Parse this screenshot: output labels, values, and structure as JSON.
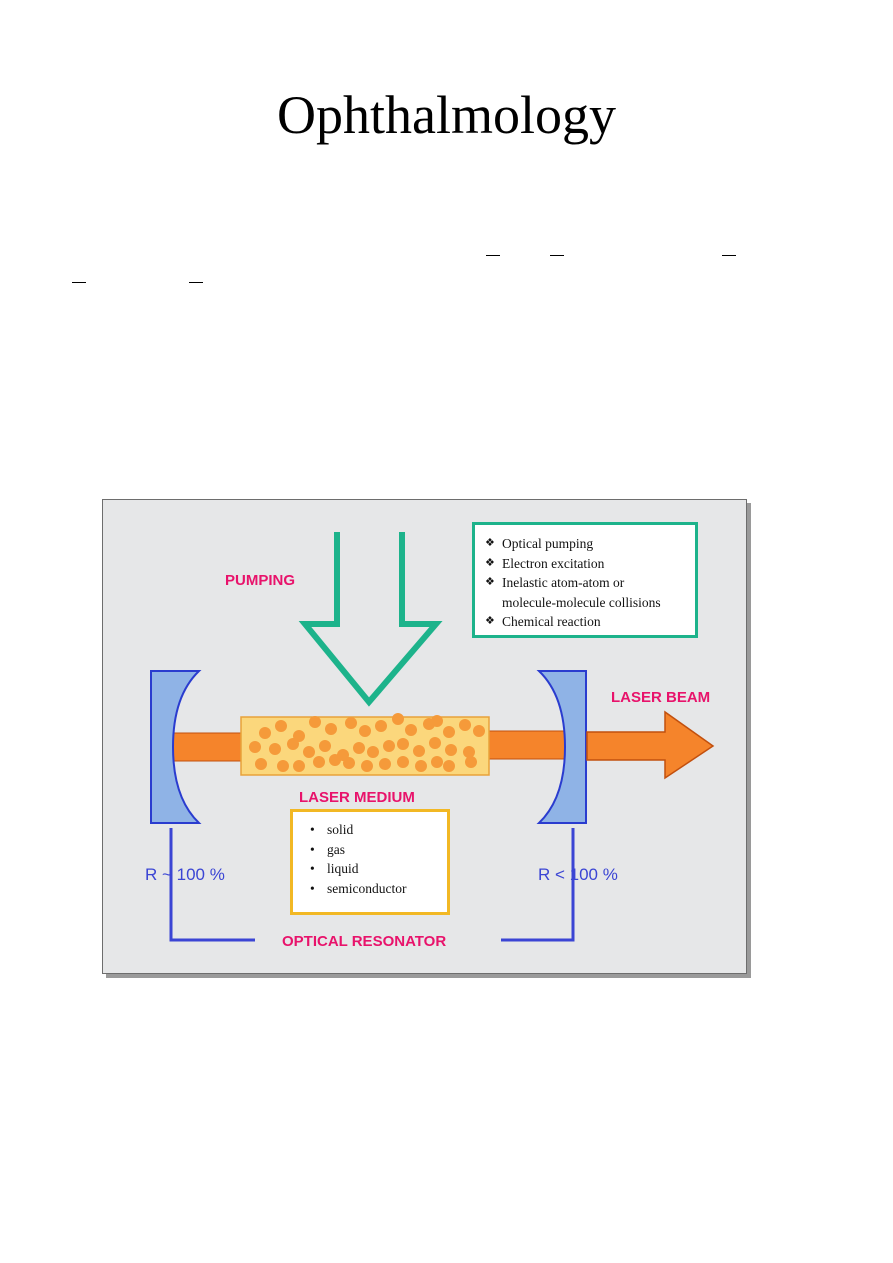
{
  "page": {
    "title": "Ophthalmology"
  },
  "diagram": {
    "pumping_label": "PUMPING",
    "pumping_methods": [
      "Optical pumping",
      "Electron excitation",
      "Inelastic atom-atom or",
      "molecule-molecule collisions",
      "Chemical reaction"
    ],
    "laser_beam_label": "LASER BEAM",
    "laser_medium_label": "LASER MEDIUM",
    "medium_types": [
      "solid",
      "gas",
      "liquid",
      "semiconductor"
    ],
    "left_mirror_label": "R ~ 100 %",
    "right_mirror_label": "R < 100 %",
    "resonator_label": "OPTICAL RESONATOR",
    "colors": {
      "pink_text": "#e8136b",
      "blue_text": "#3b45d4",
      "pump_arrow": "#1db38b",
      "beam": "#f5842b",
      "medium_fill": "#fbd77c",
      "particles": "#f59a3a",
      "mirror": "#8fb3e6",
      "medium_box_border": "#f2b824"
    }
  }
}
